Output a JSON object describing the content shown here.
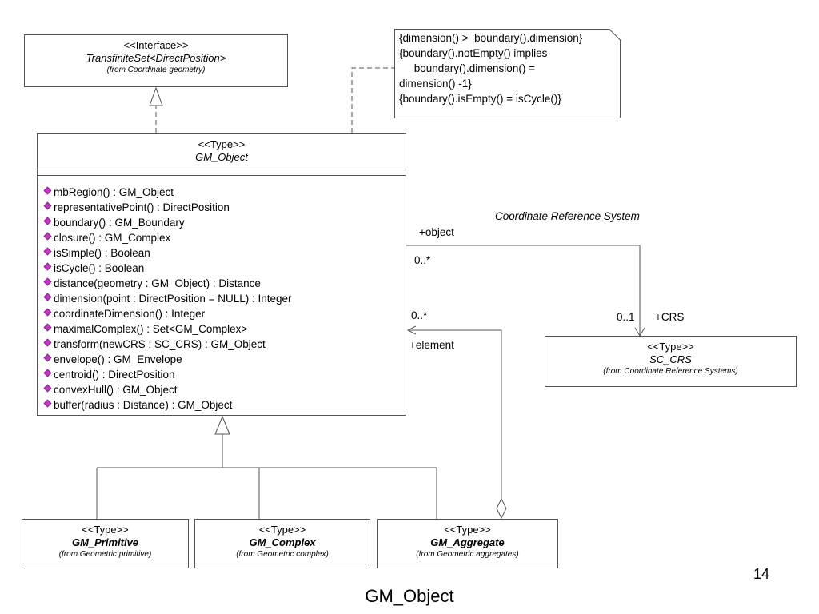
{
  "interface_box": {
    "stereotype": "<<Interface>>",
    "name": "TransfiniteSet<DirectPosition>",
    "from": "(from Coordinate geometry)"
  },
  "note": {
    "lines": [
      "{dimension() >  boundary().dimension}",
      "{boundary().notEmpty() implies",
      "     boundary().dimension() =",
      "dimension() -1}",
      "{boundary().isEmpty() = isCycle()}"
    ]
  },
  "gm_object": {
    "stereotype": "<<Type>>",
    "name": "GM_Object",
    "operations": [
      "mbRegion() : GM_Object",
      "representativePoint() : DirectPosition",
      "boundary() : GM_Boundary",
      "closure() : GM_Complex",
      "isSimple() : Boolean",
      "isCycle() : Boolean",
      "distance(geometry : GM_Object) : Distance",
      "dimension(point : DirectPosition = NULL) : Integer",
      "coordinateDimension() : Integer",
      "maximalComplex() : Set<GM_Complex>",
      "transform(newCRS : SC_CRS) : GM_Object",
      "envelope() : GM_Envelope",
      "centroid() : DirectPosition",
      "convexHull() : GM_Object",
      "buffer(radius : Distance) : GM_Object"
    ]
  },
  "association_crs": {
    "name": "Coordinate Reference System",
    "role_object": "+object",
    "mult_object": "0..*",
    "mult_crs": "0..1",
    "role_crs": "+CRS"
  },
  "association_element": {
    "mult_element": "0..*",
    "role_element": "+element"
  },
  "sc_crs": {
    "stereotype": "<<Type>>",
    "name": "SC_CRS",
    "from": "(from Coordinate Reference Systems)"
  },
  "gm_primitive": {
    "stereotype": "<<Type>>",
    "name": "GM_Primitive",
    "from": "(from Geometric primitive)"
  },
  "gm_complex": {
    "stereotype": "<<Type>>",
    "name": "GM_Complex",
    "from": "(from Geometric complex)"
  },
  "gm_aggregate": {
    "stereotype": "<<Type>>",
    "name": "GM_Aggregate",
    "from": "(from Geometric aggregates)"
  },
  "slide": {
    "page_number": "14",
    "title": "GM_Object"
  }
}
